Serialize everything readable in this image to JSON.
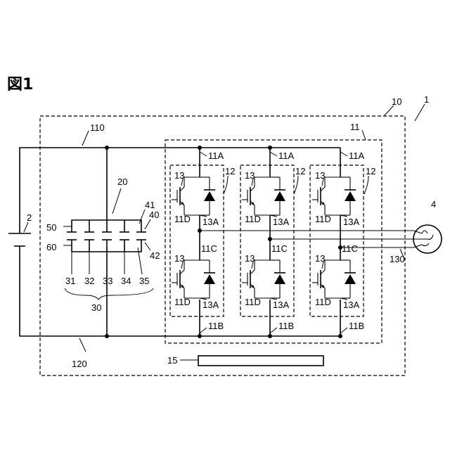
{
  "figure_title": "図1",
  "labels": {
    "system": "1",
    "battery": "2",
    "motor": "4",
    "control_device": "10",
    "inverter": "11",
    "upper_terminal": "11A",
    "lower_terminal": "11B",
    "mid_node": "11C",
    "transistor_diode": "11D",
    "switching_element": "13",
    "element_terminal": "13A",
    "leg": "12",
    "controller": "15",
    "capacitor_unit": "20",
    "capacitor_group": "30",
    "capacitors": [
      "31",
      "32",
      "33",
      "34",
      "35"
    ],
    "electrode_a": "40",
    "electrode_b": "41",
    "electrode_c": "42",
    "bus_top_electrode": "50",
    "bus_bottom_electrode": "60",
    "positive_line": "110",
    "negative_line": "120",
    "output_line": "130"
  }
}
